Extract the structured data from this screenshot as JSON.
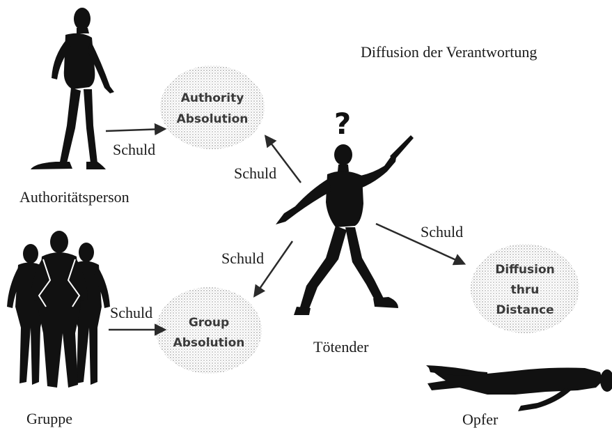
{
  "title": "Diffusion der Verantwortung",
  "nodes": {
    "authority": {
      "label": "Authoritätsperson"
    },
    "group": {
      "label": "Gruppe"
    },
    "killer": {
      "label": "Tötender",
      "mark": "?"
    },
    "victim": {
      "label": "Opfer"
    }
  },
  "bubbles": {
    "authority": {
      "line1": "Authority",
      "line2": "Absolution"
    },
    "group": {
      "line1": "Group",
      "line2": "Absolution"
    },
    "distance": {
      "line1": "Diffusion",
      "line2": "thru",
      "line3": "Distance"
    }
  },
  "arrows": {
    "authority_to_bubble": "Schuld",
    "killer_to_authority": "Schuld",
    "group_to_bubble": "Schuld",
    "killer_to_group": "Schuld",
    "killer_to_distance": "Schuld"
  },
  "colors": {
    "ink": "#111111",
    "bubble_dots": "#9a9a9a"
  }
}
